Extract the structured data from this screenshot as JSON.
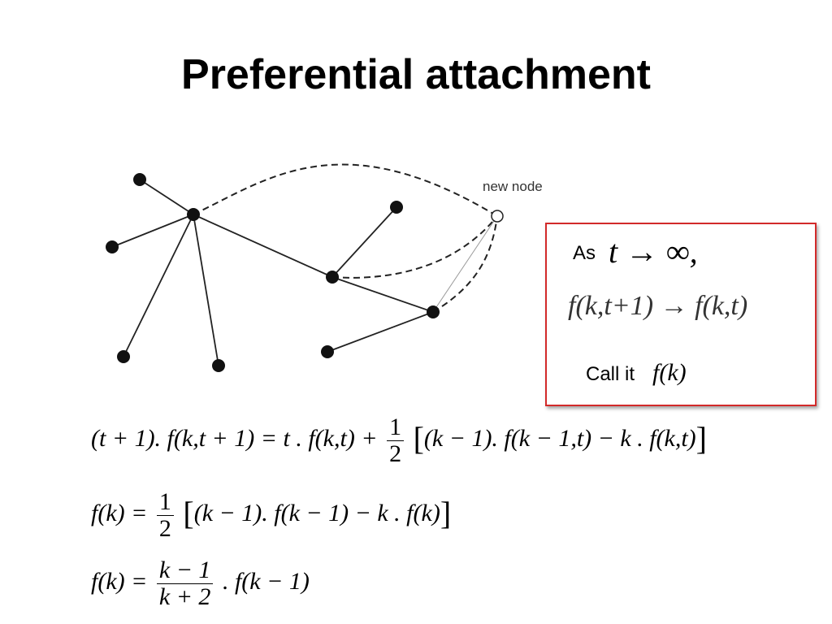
{
  "slide": {
    "title": "Preferential attachment"
  },
  "diagram": {
    "new_node_label": "new node",
    "nodes": [
      "hub",
      "upper-left",
      "left",
      "lower-left",
      "bottom",
      "center",
      "top-right",
      "right",
      "bottom-right"
    ],
    "edges": [
      [
        "hub",
        "upper-left"
      ],
      [
        "hub",
        "left"
      ],
      [
        "hub",
        "lower-left"
      ],
      [
        "hub",
        "bottom"
      ],
      [
        "hub",
        "center"
      ],
      [
        "center",
        "top-right"
      ],
      [
        "center",
        "right"
      ],
      [
        "right",
        "bottom-right"
      ]
    ],
    "new_edges_dashed": [
      [
        "new",
        "hub"
      ],
      [
        "new",
        "center"
      ],
      [
        "new",
        "right"
      ]
    ],
    "colors": {
      "node": "#111111",
      "edge": "#222222",
      "new_node_fill": "#ffffff"
    }
  },
  "callout": {
    "as_label": "As",
    "limit_expr": "t → ∞,",
    "convergence_expr": "f(k,t+1) → f(k,t)",
    "call_label": "Call  it",
    "call_expr": "f(k)",
    "border_color": "#d22a2a"
  },
  "equations": {
    "eq1_left": "(t + 1). f(k,t + 1) = t . f(k,t) +",
    "eq1_right": "(k − 1). f(k − 1,t) − k . f(k,t)",
    "eq2_left": "f(k) =",
    "eq2_right": "(k − 1). f(k − 1) − k . f(k)",
    "half_num": "1",
    "half_den": "2",
    "eq3_left": "f(k) =",
    "eq3_num": "k − 1",
    "eq3_den": "k + 2",
    "eq3_right": ". f(k − 1)"
  }
}
